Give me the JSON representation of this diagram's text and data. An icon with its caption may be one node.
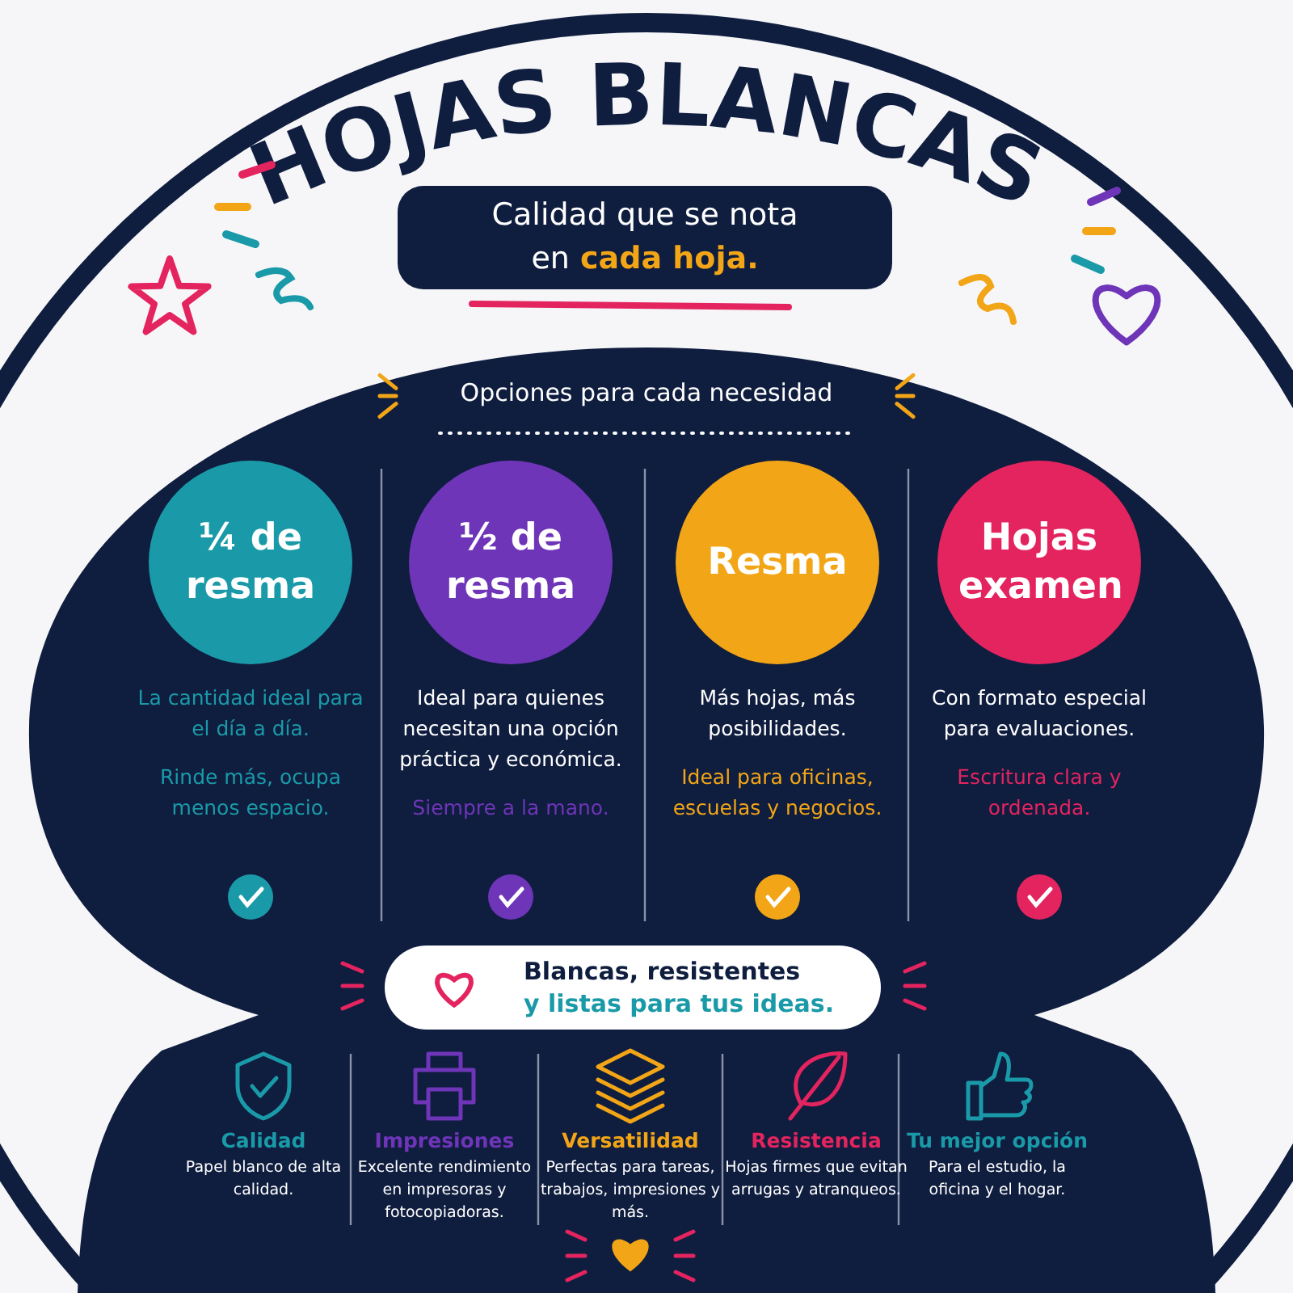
{
  "diagram": {
    "title": "HOJAS BLANCAS",
    "nodes": [
      {
        "text": [
          "Calidad que se nota en",
          "cada hoja."
        ]
      },
      {
        "text": [
          "Opciones para cada necesidad"
        ]
      },
      {
        "text": [
          "¼ de resma"
        ],
        "in": 1,
        "beside": [
          "La cantidad ideal para el día a día.",
          "Rinde más, ocupa menos espacio."
        ]
      },
      {
        "text": [
          "½ de resma"
        ],
        "in": 1,
        "beside": [
          "Ideal para quienes necesitan una opción práctica y económica.",
          "Siempre a la mano."
        ]
      },
      {
        "text": [
          "Resma"
        ],
        "in": 1,
        "beside": [
          "Más hojas, más posibilidades.",
          "Ideal para oficinas, escuelas y negocios."
        ]
      },
      {
        "text": [
          "Hojas examen"
        ],
        "in": 1,
        "beside": [
          "Con formato especial para evaluaciones.",
          "Escritura clara y ordenada."
        ]
      },
      {
        "text": [
          "Blancas, resistentes",
          "y listas para tus ideas."
        ],
        "in": 1
      }
    ],
    "labels": [
      "Calidad",
      "Papel blanco de alta calidad.",
      "Impresiones",
      "Excelente rendimiento en impresoras y fotocopiadoras.",
      "Versatilidad",
      "Perfectas para tareas, trabajos, impresiones y más.",
      "Resistencia",
      "Hojas firmes que evitan arrugas y atranqueos.",
      "Tu mejor opción",
      "Para el estudio, la oficina y el hogar."
    ]
  }
}
